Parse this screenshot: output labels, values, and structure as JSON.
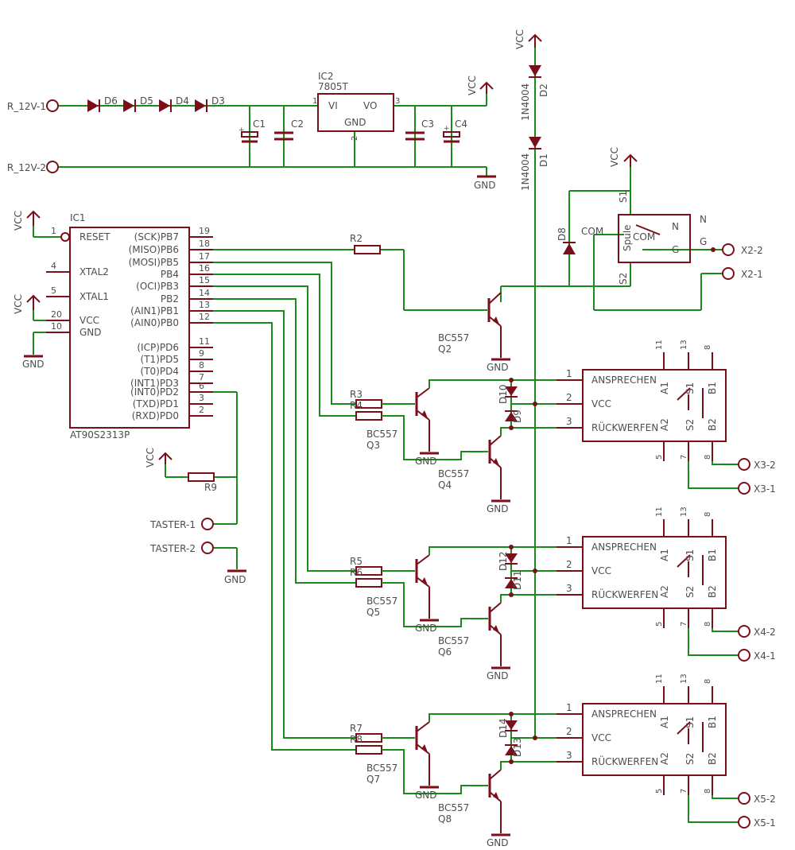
{
  "labels": {
    "supply": {
      "r12v1": "R_12V-1",
      "r12v2": "R_12V-2",
      "d6": "D6",
      "d5": "D5",
      "d4": "D4",
      "d3": "D3",
      "c1": "C1",
      "c2": "C2",
      "c3": "C3",
      "c4": "C4",
      "ic2": "IC2",
      "part": "7805T",
      "vi": "VI",
      "vo": "VO",
      "gnd": "GND",
      "pin1": "1",
      "pin2": "2",
      "pin3": "3",
      "vcc": "VCC",
      "gnd_sym": "GND"
    },
    "diodes": {
      "vcc": "VCC",
      "d2": "D2",
      "d1": "D1",
      "d2part": "1N4004",
      "d1part": "1N4004",
      "d8": "D8"
    },
    "relay": {
      "vcc": "VCC",
      "com_ext": "COM",
      "spule": "Spule",
      "com_int": "COM",
      "n_int": "N",
      "n_ext": "N",
      "g_int": "G",
      "g_ext": "G",
      "s1": "S1",
      "s2": "S2",
      "x22": "X2-2",
      "x21": "X2-1"
    },
    "mcu": {
      "ic1": "IC1",
      "part": "AT90S2313P",
      "vcc_reset": "VCC",
      "vcc_pwr": "VCC",
      "gnd": "GND",
      "left_pins": [
        {
          "num": "1",
          "name": "RESET"
        },
        {
          "num": "4",
          "name": "XTAL2"
        },
        {
          "num": "5",
          "name": "XTAL1"
        },
        {
          "num": "20",
          "name": "VCC"
        },
        {
          "num": "10",
          "name": "GND"
        }
      ],
      "right_pins": [
        {
          "num": "19",
          "name": "(SCK)PB7"
        },
        {
          "num": "18",
          "name": "(MISO)PB6"
        },
        {
          "num": "17",
          "name": "(MOSI)PB5"
        },
        {
          "num": "16",
          "name": "PB4"
        },
        {
          "num": "15",
          "name": "(OCI)PB3"
        },
        {
          "num": "14",
          "name": "PB2"
        },
        {
          "num": "13",
          "name": "(AIN1)PB1"
        },
        {
          "num": "12",
          "name": "(AIN0)PB0"
        },
        {
          "num": "11",
          "name": "(ICP)PD6"
        },
        {
          "num": "9",
          "name": "(T1)PD5"
        },
        {
          "num": "8",
          "name": "(T0)PD4"
        },
        {
          "num": "7",
          "name": "(INT1)PD3"
        },
        {
          "num": "6",
          "name": "(INT0)PD2"
        },
        {
          "num": "3",
          "name": "(TXD)PD1"
        },
        {
          "num": "2",
          "name": "(RXD)PD0"
        }
      ]
    },
    "q2": {
      "r2": "R2",
      "part": "BC557",
      "q2": "Q2",
      "gnd": "GND"
    },
    "taster": {
      "vcc": "VCC",
      "r9": "R9",
      "t1": "TASTER-1",
      "t2": "TASTER-2",
      "gnd": "GND"
    },
    "stages": [
      {
        "ra": "R3",
        "rb": "R4",
        "qa_part": "BC557",
        "qa": "Q3",
        "qb_part": "BC557",
        "qb": "Q4",
        "da": "D10",
        "db": "D9",
        "gnd": "GND",
        "xa": "X3-2",
        "xb": "X3-1"
      },
      {
        "ra": "R5",
        "rb": "R6",
        "qa_part": "BC557",
        "qa": "Q5",
        "qb_part": "BC557",
        "qb": "Q6",
        "da": "D12",
        "db": "D11",
        "gnd": "GND",
        "xa": "X4-2",
        "xb": "X4-1"
      },
      {
        "ra": "R7",
        "rb": "R8",
        "qa_part": "BC557",
        "qa": "Q7",
        "qb_part": "BC557",
        "qb": "Q8",
        "da": "D14",
        "db": "D13",
        "gnd": "GND",
        "xa": "X5-2",
        "xb": "X5-1"
      }
    ],
    "module": {
      "ansprechen": "ANSPRECHEN",
      "vcc": "VCC",
      "rueckwerfen": "RÜCKWERFEN",
      "p1": "1",
      "p2": "2",
      "p3": "3",
      "a1": "A1",
      "s1": "S1",
      "b1": "B1",
      "a2": "A2",
      "s2": "S2",
      "b2": "B2",
      "top11": "11",
      "top13": "13",
      "top8": "8",
      "bot5": "5",
      "bot7": "7",
      "bot8": "8"
    }
  }
}
